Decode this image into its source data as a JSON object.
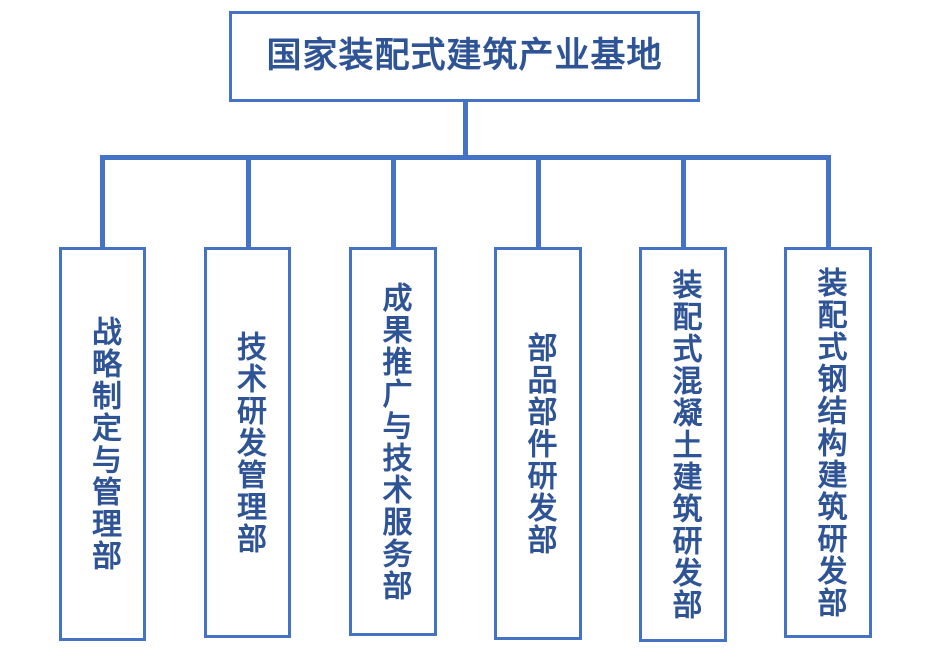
{
  "diagram": {
    "type": "organization-chart",
    "orientation": "top-down",
    "colors": {
      "line": "#4472C4",
      "box_border": "#4472C4",
      "text": "#2F5496",
      "background": "#FFFFFF"
    },
    "root": {
      "label": "国家装配式建筑产业基地"
    },
    "children": [
      {
        "label": "战略制定与管理部"
      },
      {
        "label": "技术研发管理部"
      },
      {
        "label": "成果推广与技术服务部"
      },
      {
        "label": "部品部件研发部"
      },
      {
        "label": "装配式混凝土建筑研发部"
      },
      {
        "label": "装配式钢结构建筑研发部"
      }
    ]
  }
}
